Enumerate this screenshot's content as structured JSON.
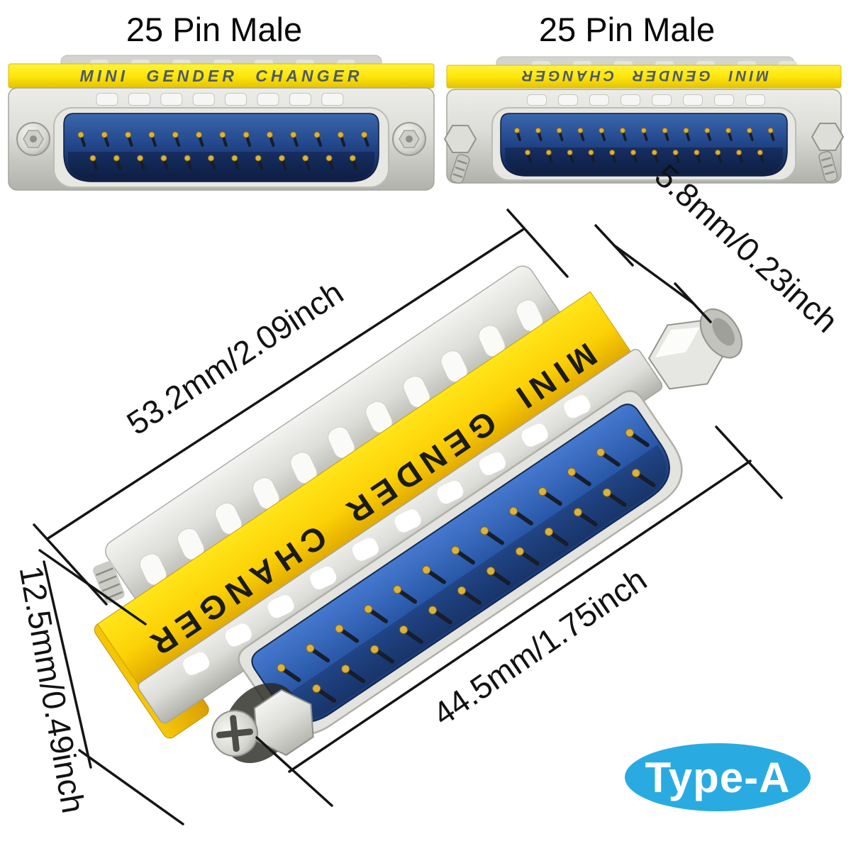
{
  "products": {
    "top_left": {
      "heading": "25 Pin Male",
      "label": "MINI GENDER CHANGER"
    },
    "top_right": {
      "heading": "25 Pin Male",
      "label": "MINI GENDER CHANGER"
    },
    "center": {
      "label": "MINI GENDER CHANGER"
    }
  },
  "dimensions": {
    "overall_length": "53.2mm/2.09inch",
    "label_thickness": "5.8mm/0.23inch",
    "body_height": "12.5mm/0.49inch",
    "connector_length": "44.5mm/1.75inch"
  },
  "badge": {
    "text": "Type-A"
  },
  "colors": {
    "badge_blue": "#29ABE2",
    "label_yellow": "#FFE20A",
    "insert_blue": "#2A5AA8",
    "pin_gold": "#D8AE3C"
  }
}
